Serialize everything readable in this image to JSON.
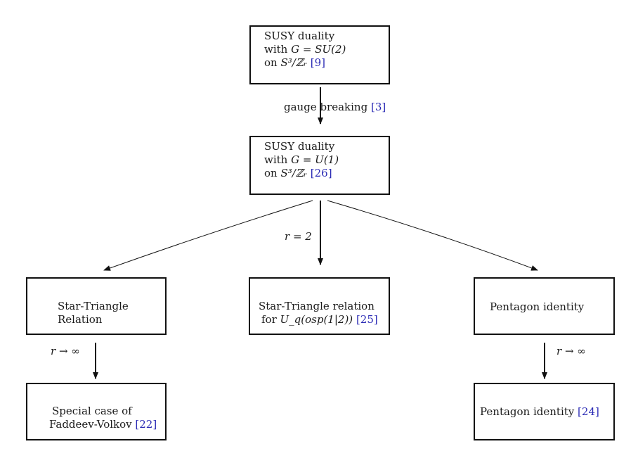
{
  "nodes": {
    "top": {
      "line1": "SUSY duality",
      "line2_pre": "with ",
      "line2_math": "G = SU(2)",
      "line3_pre": "on ",
      "line3_math": "S³/ℤᵣ",
      "ref": "[9]"
    },
    "mid": {
      "line1": "SUSY duality",
      "line2_pre": "with ",
      "line2_math": "G = U(1)",
      "line3_pre": "on ",
      "line3_math": "S³/ℤᵣ",
      "ref": "[26]"
    },
    "left": {
      "line1": "Star-Triangle",
      "line2": "Relation"
    },
    "center": {
      "line1": "Star-Triangle relation",
      "line2_pre": "for ",
      "line2_math": "U_q(osp(1|2))",
      "ref": "[25]"
    },
    "right": {
      "line1": "Pentagon identity"
    },
    "bottom_left": {
      "line1": "Special case of",
      "line2": "Faddeev-Volkov",
      "ref": "[22]"
    },
    "bottom_right": {
      "line1": "Pentagon identity",
      "ref": "[24]"
    }
  },
  "edges": {
    "top_mid": {
      "label": "gauge breaking",
      "ref": "[3]"
    },
    "mid_center": {
      "label": "r = 2"
    },
    "left_bottom": {
      "label": "r → ∞"
    },
    "right_bottom": {
      "label": "r → ∞"
    }
  }
}
